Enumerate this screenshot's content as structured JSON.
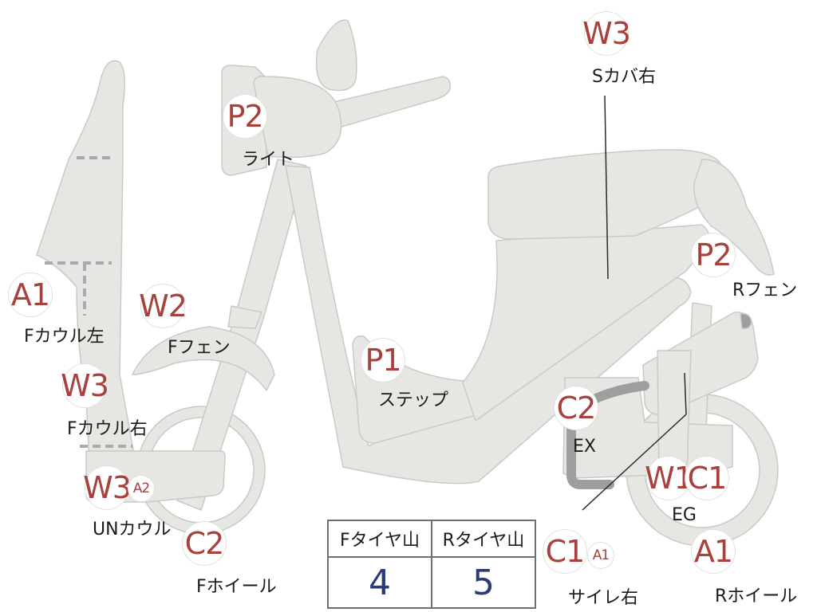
{
  "colors": {
    "body_fill": "#e6e6e3",
    "body_stroke": "#c9c9c6",
    "code_text": "#a8403c",
    "value_text": "#2b3b7a",
    "guide_dash": "#a9a9b0"
  },
  "markers": [
    {
      "id": "light",
      "code": "P2",
      "label": "ライト"
    },
    {
      "id": "f-cowl-left",
      "code": "A1",
      "label": "Fカウル左"
    },
    {
      "id": "f-fender",
      "code": "W2",
      "label": "Fフェン"
    },
    {
      "id": "f-cowl-right",
      "code": "W3",
      "label": "Fカウル右"
    },
    {
      "id": "un-cowl",
      "code": "W3",
      "code2": "A2",
      "label": "UNカウル"
    },
    {
      "id": "f-wheel",
      "code": "C2",
      "label": "Fホイール"
    },
    {
      "id": "step",
      "code": "P1",
      "label": "ステップ"
    },
    {
      "id": "s-cover-right",
      "code": "W3",
      "label": "Sカバ右"
    },
    {
      "id": "r-fender",
      "code": "P2",
      "label": "Rフェン"
    },
    {
      "id": "exhaust",
      "code": "C2",
      "label": "EX"
    },
    {
      "id": "engine",
      "code": "W1",
      "code2": "C1",
      "label": "EG"
    },
    {
      "id": "silencer-right",
      "code": "C1",
      "code2": "A1",
      "label": "サイレ右"
    },
    {
      "id": "r-wheel",
      "code": "A1",
      "label": "Rホイール"
    }
  ],
  "tire_table": {
    "headers": [
      "Fタイヤ山",
      "Rタイヤ山"
    ],
    "values": [
      "4",
      "5"
    ]
  }
}
